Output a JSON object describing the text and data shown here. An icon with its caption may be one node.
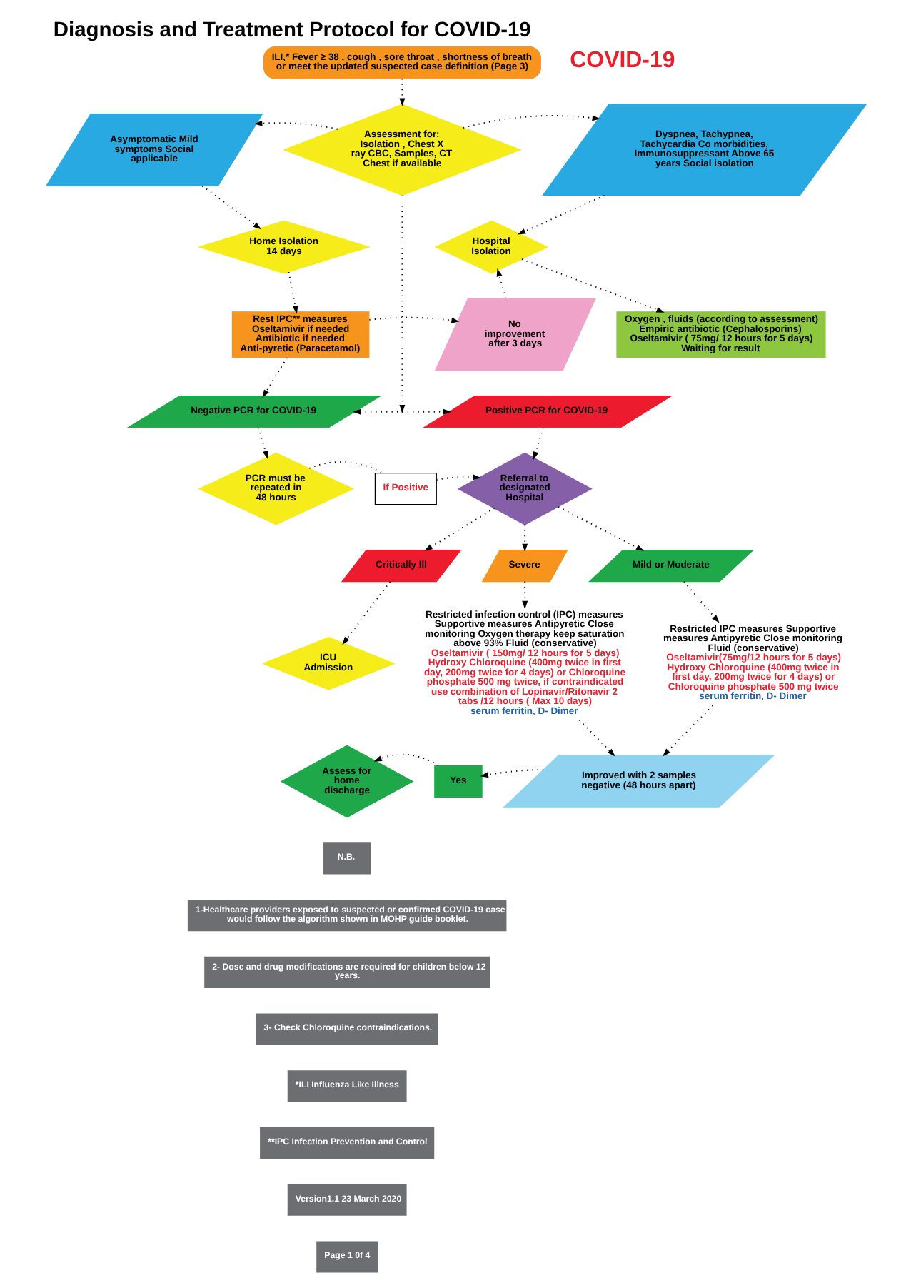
{
  "diagram": {
    "title": "Diagnosis and Treatment Protocol for COVID-19",
    "nodes": [
      {
        "text": [
          "ILI,* Fever ≥ 38 , cough , sore throat , shortness of breath or meet the updated suspected case definition (Page 3)"
        ]
      },
      {
        "text": [
          "Assessment for: Isolation , Chest X ray CBC, Samples, CT Chest if available"
        ]
      },
      {
        "text": [
          "Asymptomatic Mild symptoms Social applicable"
        ]
      },
      {
        "text": [
          "Dyspnea, Tachypnea, Tachycardia Co morbidities, Immunosuppressant Above 65 years Social isolation"
        ]
      },
      {
        "text": [
          "Home Isolation 14 days"
        ]
      },
      {
        "text": [
          "Hospital Isolation"
        ]
      },
      {
        "text": [
          "Rest IPC** measures Oseltamivir if needed Antibiotic if needed Anti-pyretic (Paracetamol)"
        ]
      },
      {
        "text": [
          "No improvement after 3 days"
        ]
      },
      {
        "text": [
          "Oxygen , fluids (according to assessment) Empiric antibiotic (Cephalosporins) Oseltamivir ( 75mg/ 12 hours for 5 days) Waiting for result"
        ]
      },
      {
        "text": [
          "Negative PCR for COVID-19"
        ]
      },
      {
        "text": [
          "Positive PCR for COVID-19"
        ]
      },
      {
        "text": [
          "PCR must be repeated in 48 hours"
        ]
      },
      {
        "text": [
          "If Positive"
        ]
      },
      {
        "text": [
          "Referral to designated Hospital"
        ]
      },
      {
        "text": [
          "Critically Ill"
        ]
      },
      {
        "text": [
          "Severe"
        ]
      },
      {
        "text": [
          "Mild or Moderate"
        ]
      },
      {
        "text": [
          "ICU Admission"
        ]
      },
      {
        "text": [
          "Restricted infection control (IPC) measures Supportive measures Antipyretic Close monitoring Oxygen therapy keep saturation above 93% Fluid (conservative)",
          "Oseltamivir ( 150mg/ 12 hours for 5 days) Hydroxy Chloroquine (400mg twice in first day, 200mg twice for 4 days) or Chloroquine phosphate 500 mg twice, if contraindicated use combination of Lopinavir/Ritonavir 2 tabs /12 hours ( Max 10 days)",
          "serum ferritin, D- Dimer"
        ]
      },
      {
        "text": [
          "Restricted IPC measures Supportive measures Antipyretic Close monitoring Fluid (conservative)",
          "Oseltamivir(75mg/12 hours for 5 days) Hydroxy Chloroquine (400mg twice in first day, 200mg twice for 4 days) or Chloroquine phosphate 500 mg twice",
          "serum ferritin, D- Dimer"
        ]
      },
      {
        "text": [
          "Improved with 2 samples negative (48 hours apart)"
        ]
      },
      {
        "text": [
          "Yes"
        ]
      },
      {
        "text": [
          "Assess for home discharge"
        ]
      }
    ],
    "edges": [
      {
        "from": 0,
        "to": 1,
        "arrow": "to"
      },
      {
        "from": 1,
        "to": 2,
        "arrow": "to"
      },
      {
        "from": 1,
        "to": 3,
        "arrow": "to"
      },
      {
        "from": 2,
        "to": 4,
        "arrow": "to"
      },
      {
        "from": 3,
        "to": 5,
        "arrow": "to"
      },
      {
        "from": 4,
        "to": 6,
        "arrow": "to"
      },
      {
        "from": 6,
        "to": 7,
        "arrow": "to"
      },
      {
        "from": 7,
        "to": 5,
        "arrow": "to"
      },
      {
        "from": 5,
        "to": 8,
        "arrow": "to"
      },
      {
        "from": 1,
        "to": null,
        "arrow": "to"
      },
      {
        "from": 6,
        "to": 9,
        "arrow": "to"
      },
      {
        "from": 9,
        "to": 10,
        "arrow": "both"
      },
      {
        "from": 9,
        "to": 11,
        "arrow": "to"
      },
      {
        "from": 11,
        "to": 12,
        "arrow": "none"
      },
      {
        "from": 12,
        "to": 13,
        "arrow": "to"
      },
      {
        "from": 10,
        "to": 13,
        "arrow": "to"
      },
      {
        "from": 13,
        "to": 14,
        "arrow": "to"
      },
      {
        "from": 13,
        "to": 15,
        "arrow": "to"
      },
      {
        "from": 13,
        "to": 16,
        "arrow": "to"
      },
      {
        "from": 14,
        "to": 17,
        "arrow": "to"
      },
      {
        "from": 15,
        "to": 18,
        "arrow": "to"
      },
      {
        "from": 16,
        "to": 19,
        "arrow": "to"
      },
      {
        "from": 18,
        "to": 20,
        "arrow": "to"
      },
      {
        "from": 19,
        "to": 20,
        "arrow": "to"
      },
      {
        "from": 20,
        "to": 21,
        "arrow": "to"
      },
      {
        "from": 21,
        "to": 22,
        "arrow": "to"
      }
    ],
    "labels": [
      "COVID-19",
      "N.B.",
      "1-Healthcare providers exposed to suspected or confirmed COVID-19 case would follow the algorithm shown in MOHP guide booklet.",
      "2- Dose and drug modifications are required for children below 12 years.",
      "3- Check Chloroquine contraindications.",
      "*ILI Influenza Like Illness",
      "**IPC Infection Prevention and Control",
      "Version1.1 23 March 2020",
      "Page 1 0f 4"
    ]
  }
}
